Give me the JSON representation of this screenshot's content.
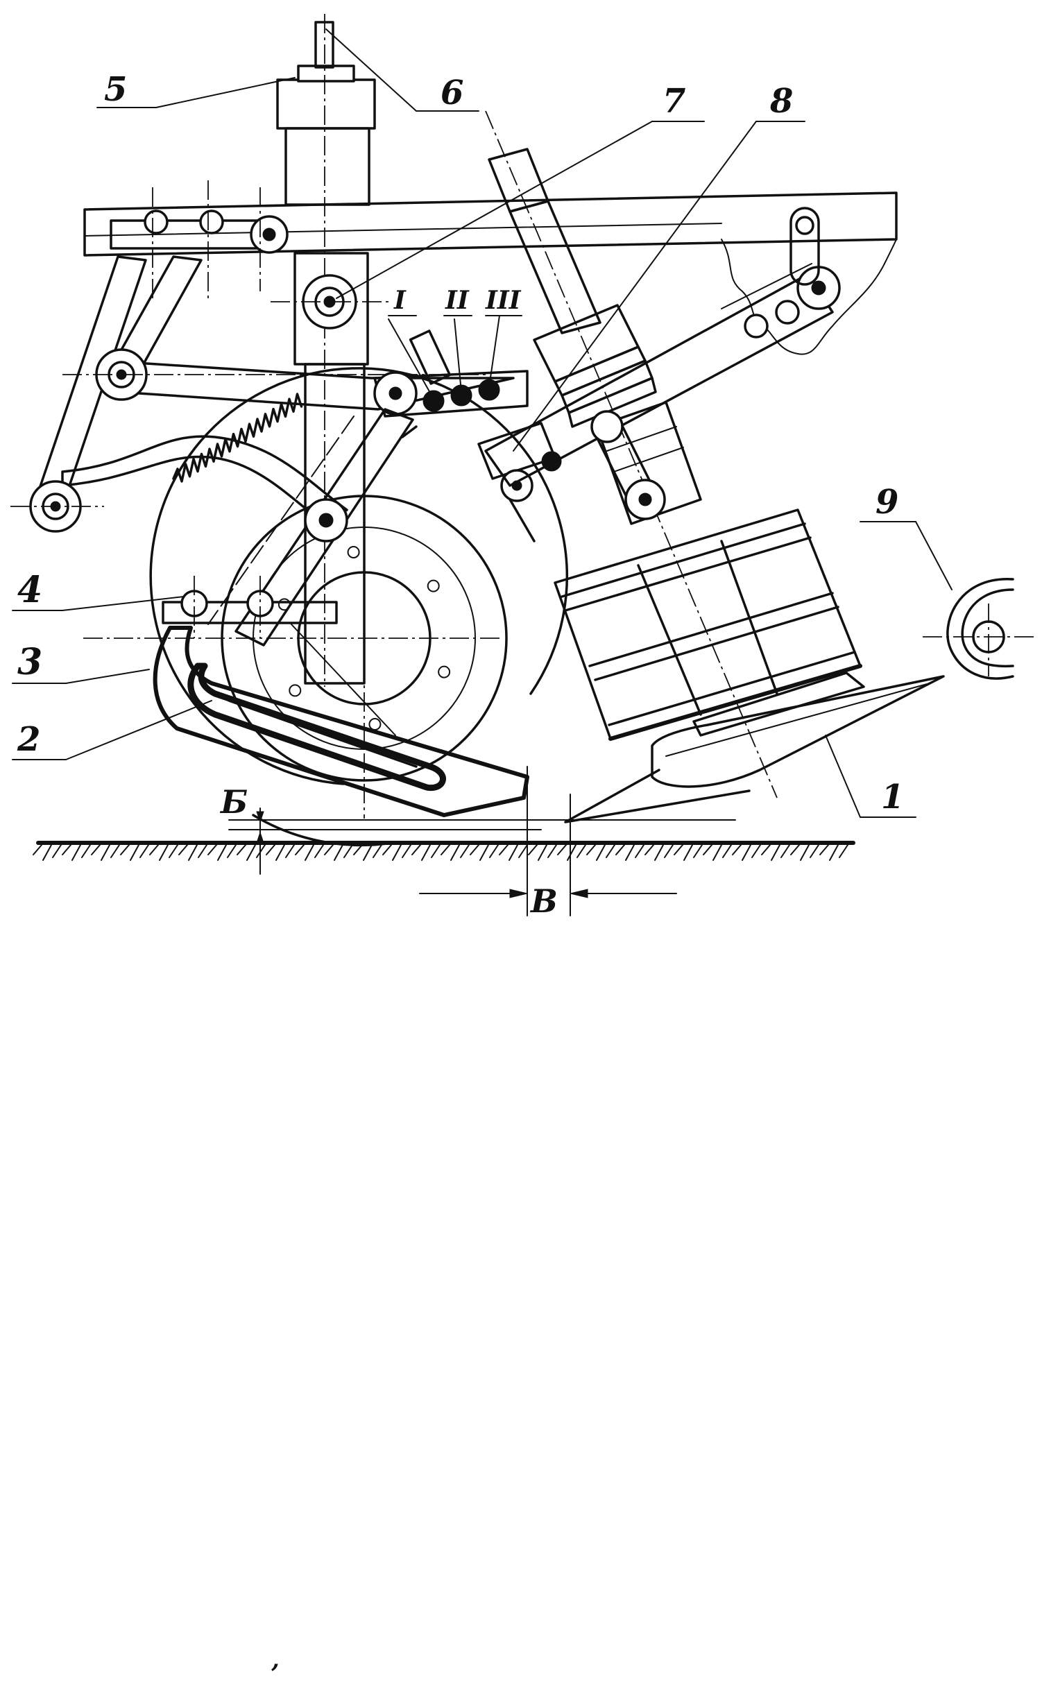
{
  "labels": {
    "part_1": "1",
    "part_2": "2",
    "part_3": "3",
    "part_4": "4",
    "part_5": "5",
    "part_6": "6",
    "part_7": "7",
    "part_8": "8",
    "part_9": "9",
    "pos_I": "I",
    "pos_II": "II",
    "pos_III": "III",
    "dim_B_cyr": "Б",
    "dim_V": "В"
  },
  "colors": {
    "ink": "#111111",
    "paper": "#ffffff"
  },
  "footer_mark": "’"
}
